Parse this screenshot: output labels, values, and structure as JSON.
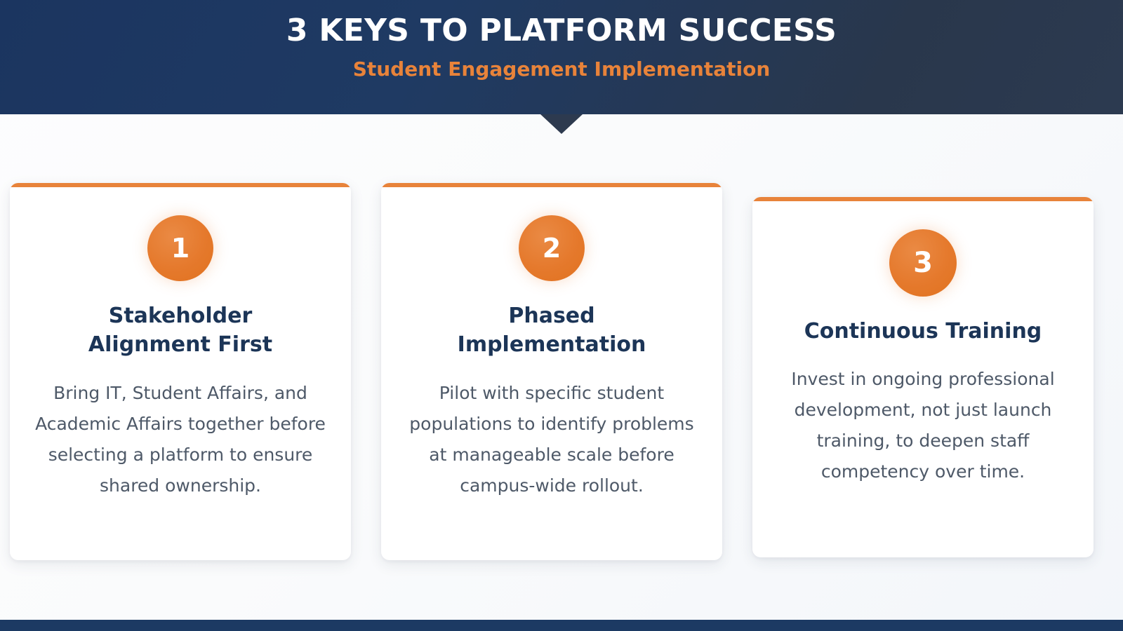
{
  "header": {
    "title": "3 KEYS TO PLATFORM SUCCESS",
    "subtitle": "Student Engagement Implementation",
    "background_start_color": "#1b3560",
    "background_end_color": "#2c3a50",
    "title_color": "#ffffff",
    "subtitle_color": "#e8833a"
  },
  "theme": {
    "accent_color": "#e8833a",
    "navy_color": "#1c3557",
    "body_text_color": "#4e5968",
    "card_background": "#ffffff",
    "page_background": "#fafbfc",
    "footer_color": "#1c3a63"
  },
  "cards": [
    {
      "number": "1",
      "title": "Stakeholder Alignment First",
      "description": "Bring IT, Student Affairs, and Academic Affairs together before selecting a platform to ensure shared ownership."
    },
    {
      "number": "2",
      "title": "Phased Implementation",
      "description": "Pilot with specific student populations to identify problems at manageable scale before campus-wide rollout."
    },
    {
      "number": "3",
      "title": "Continuous Training",
      "description": "Invest in ongoing professional development, not just launch training, to deepen staff competency over time."
    }
  ]
}
